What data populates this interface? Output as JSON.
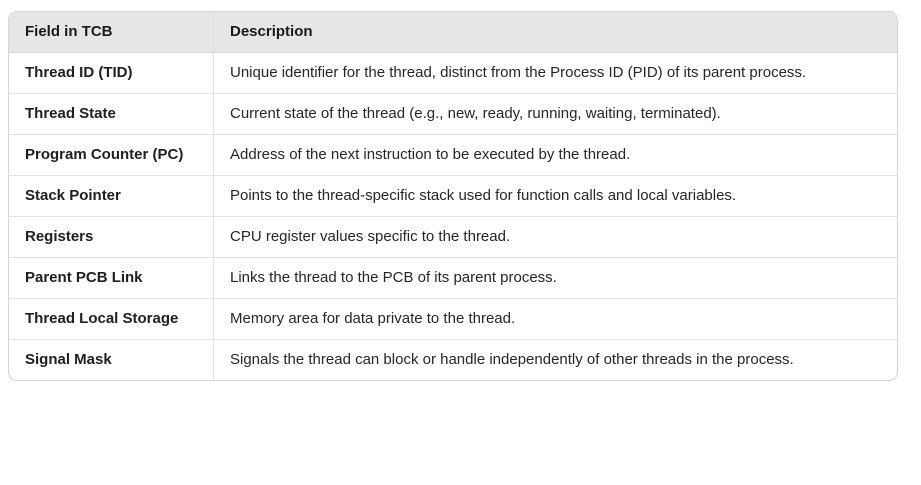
{
  "colors": {
    "header_bg": "#e6e6e6",
    "outer_border": "#d5d5d5",
    "row_border": "#e2e2e2",
    "text": "#202020"
  },
  "table": {
    "columns": [
      "Field in TCB",
      "Description"
    ],
    "rows": [
      {
        "field": "Thread ID (TID)",
        "description": "Unique identifier for the thread, distinct from the Process ID (PID) of its parent process."
      },
      {
        "field": "Thread State",
        "description": "Current state of the thread (e.g., new, ready, running, waiting, terminated)."
      },
      {
        "field": "Program Counter (PC)",
        "description": "Address of the next instruction to be executed by the thread."
      },
      {
        "field": "Stack Pointer",
        "description": "Points to the thread-specific stack used for function calls and local variables."
      },
      {
        "field": "Registers",
        "description": "CPU register values specific to the thread."
      },
      {
        "field": "Parent PCB Link",
        "description": "Links the thread to the PCB of its parent process."
      },
      {
        "field": "Thread Local Storage",
        "description": "Memory area for data private to the thread."
      },
      {
        "field": "Signal Mask",
        "description": "Signals the thread can block or handle independently of other threads in the process."
      }
    ]
  }
}
